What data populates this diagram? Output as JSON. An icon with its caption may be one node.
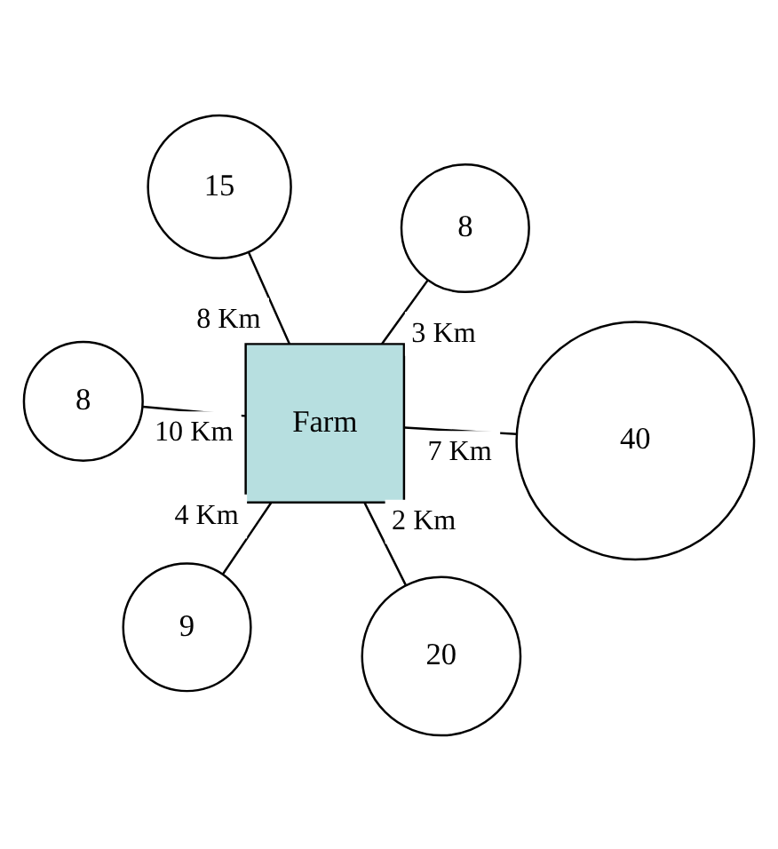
{
  "diagram": {
    "nodes": [
      {
        "text": [
          "8"
        ]
      },
      {
        "text": [
          "40"
        ]
      },
      {
        "text": [
          "20"
        ]
      },
      {
        "text": [
          "15"
        ]
      },
      {
        "text": [
          "Farm"
        ]
      },
      {
        "text": [
          "8"
        ]
      },
      {
        "text": [
          "9"
        ]
      }
    ],
    "edges": [
      {
        "from": 4,
        "to": 0,
        "arrow": "none",
        "label": "10 Km"
      },
      {
        "from": 4,
        "to": 1,
        "arrow": "none",
        "label": "7 Km"
      },
      {
        "from": 4,
        "to": 2,
        "arrow": "none",
        "label": "2 Km"
      },
      {
        "from": 4,
        "to": 3,
        "arrow": "none",
        "label": "8 Km"
      },
      {
        "from": 4,
        "to": 5,
        "arrow": "none",
        "label": "3 Km"
      },
      {
        "from": 4,
        "to": 6,
        "arrow": "none",
        "label": "4 Km"
      }
    ]
  }
}
